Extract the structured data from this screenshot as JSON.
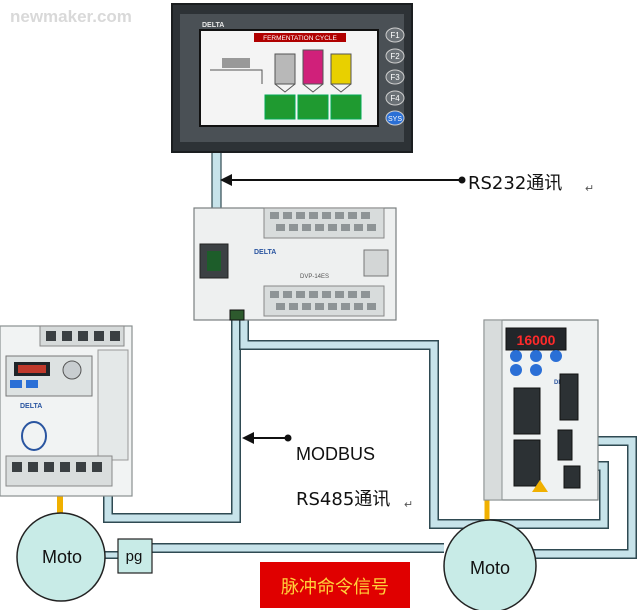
{
  "watermark": "newmaker.com",
  "hmi": {
    "brand": "DELTA",
    "screen_title": "FERMENTATION CYCLE",
    "function_keys": [
      "F1",
      "F2",
      "F3",
      "F4",
      "SYS"
    ]
  },
  "plc": {
    "brand": "DELTA",
    "model": "DVP-14ES"
  },
  "servo_drive": {
    "display": "16000",
    "brand": "DELTA"
  },
  "vfd": {
    "brand": "DELTA"
  },
  "labels": {
    "rs232": "RS232通讯",
    "modbus": "MODBUS",
    "rs485": "RS485通讯",
    "motor_left": "Moto",
    "motor_right": "Moto",
    "pg": "pg",
    "pulse_command": "脉冲命令信号"
  },
  "colors": {
    "cable": "#c7e3ea",
    "cable_border": "#2f4a52",
    "signal_wire": "#f0b000",
    "motor_fill": "#c8ebe7",
    "pulse_box": "#e00000",
    "pulse_text": "#ffd23a"
  },
  "icons": [
    "arrow-left-icon",
    "return-mark-icon"
  ]
}
